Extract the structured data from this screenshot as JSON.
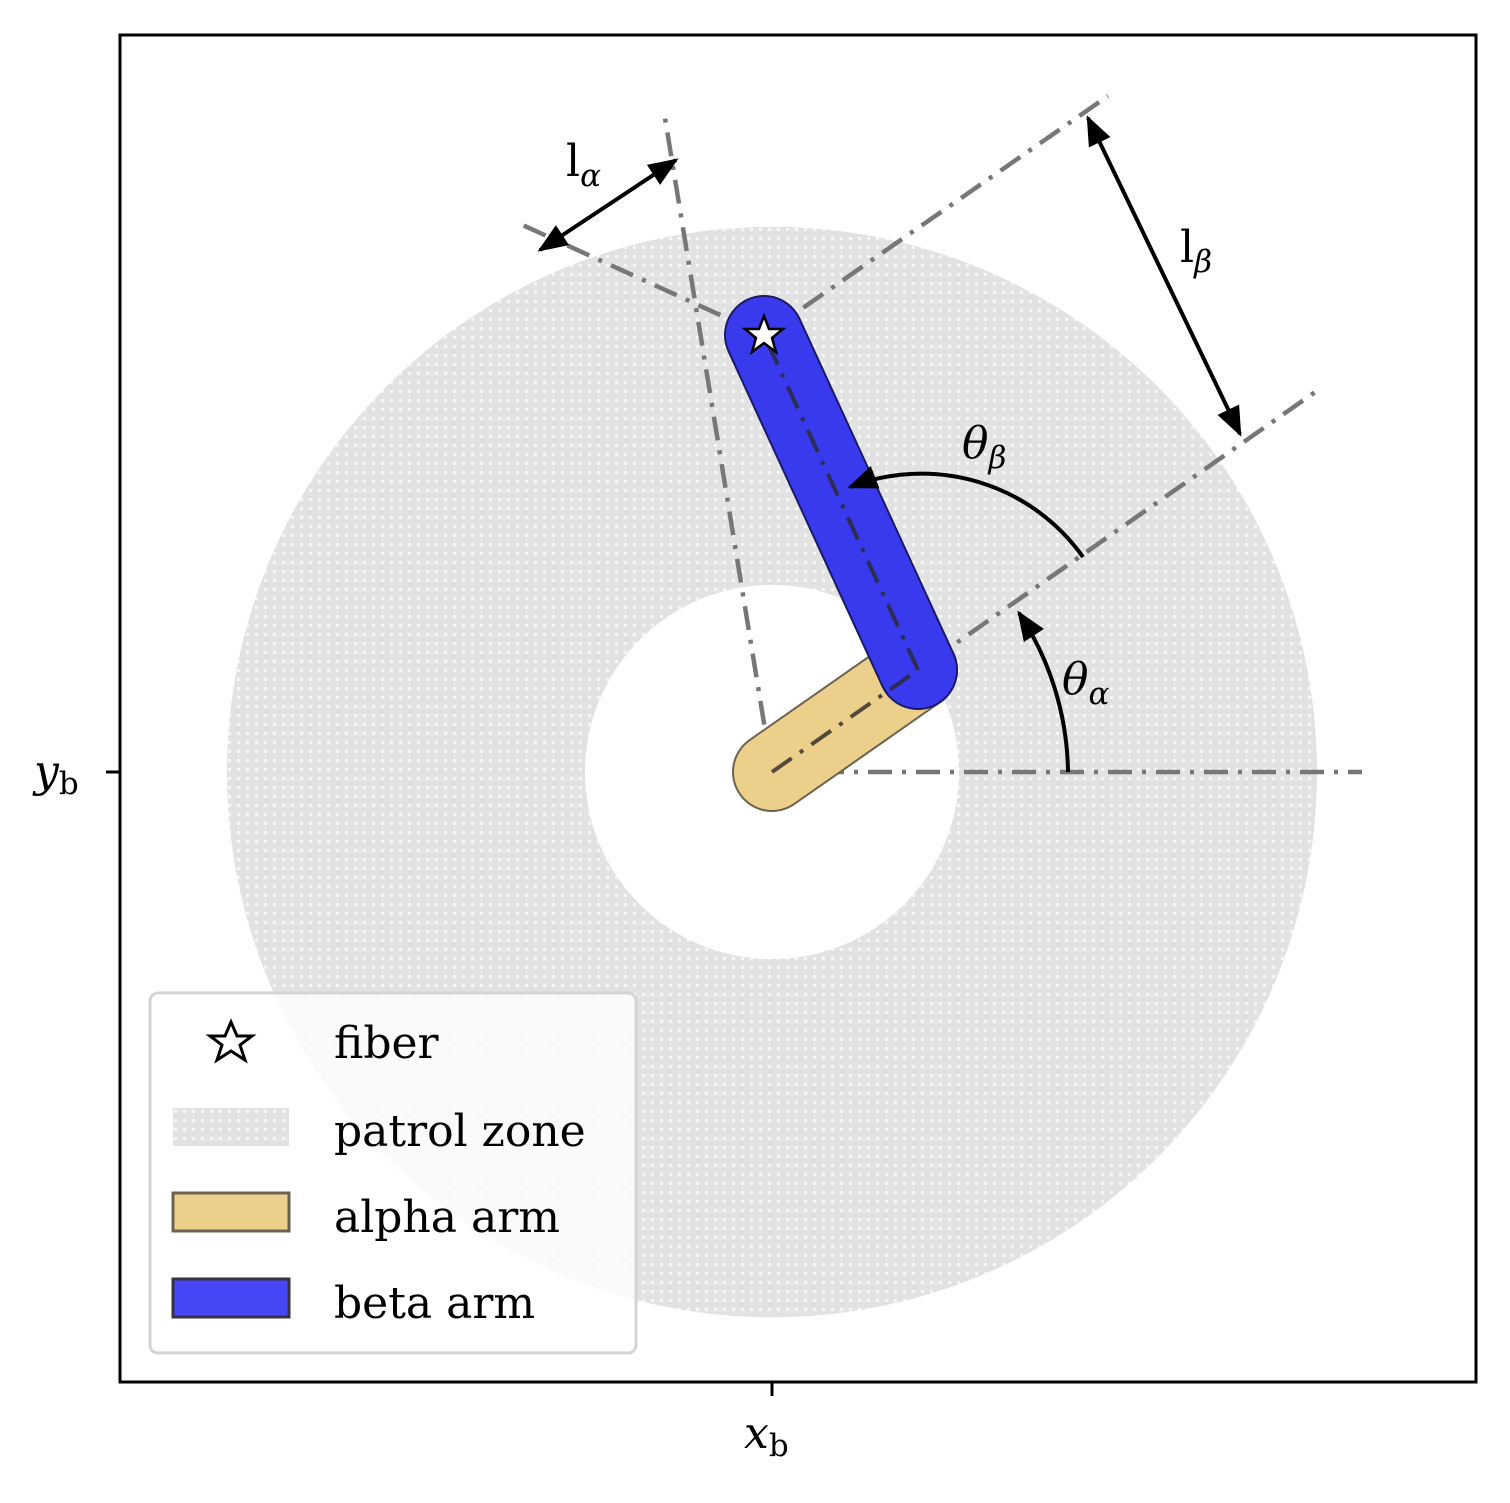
{
  "axes": {
    "x_tick_label": {
      "main": "x",
      "sub": "b"
    },
    "y_tick_label": {
      "main": "y",
      "sub": "b"
    }
  },
  "annotations": {
    "theta_alpha": {
      "main": "θ",
      "sub": "α"
    },
    "theta_beta": {
      "main": "θ",
      "sub": "β"
    },
    "l_alpha": {
      "main": "l",
      "sub": "α"
    },
    "l_beta": {
      "main": "l",
      "sub": "β"
    }
  },
  "legend": {
    "position": "lower-left",
    "items": [
      {
        "id": "fiber",
        "label": "fiber"
      },
      {
        "id": "patrol",
        "label": "patrol zone"
      },
      {
        "id": "alpha",
        "label": "alpha arm"
      },
      {
        "id": "beta",
        "label": "beta arm"
      }
    ]
  },
  "colors": {
    "alpha_arm": "#e8c778",
    "beta_arm": "#2b2bff",
    "patrol_zone": "#e0e0e0",
    "guide_lines": "#777777"
  }
}
